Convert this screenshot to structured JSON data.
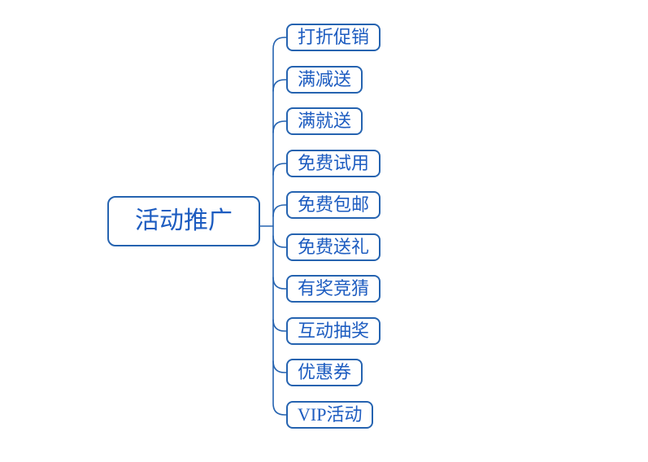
{
  "colors": {
    "line": "#2563B0",
    "text": "#1D5CC0",
    "background": "#FFFFFF"
  },
  "mindmap": {
    "root": {
      "label": "活动推广"
    },
    "children": [
      {
        "label": "打折促销"
      },
      {
        "label": "满减送"
      },
      {
        "label": "满就送"
      },
      {
        "label": "免费试用"
      },
      {
        "label": "免费包邮"
      },
      {
        "label": "免费送礼"
      },
      {
        "label": "有奖竞猜"
      },
      {
        "label": "互动抽奖"
      },
      {
        "label": "优惠券"
      },
      {
        "label": "VIP活动"
      }
    ]
  }
}
